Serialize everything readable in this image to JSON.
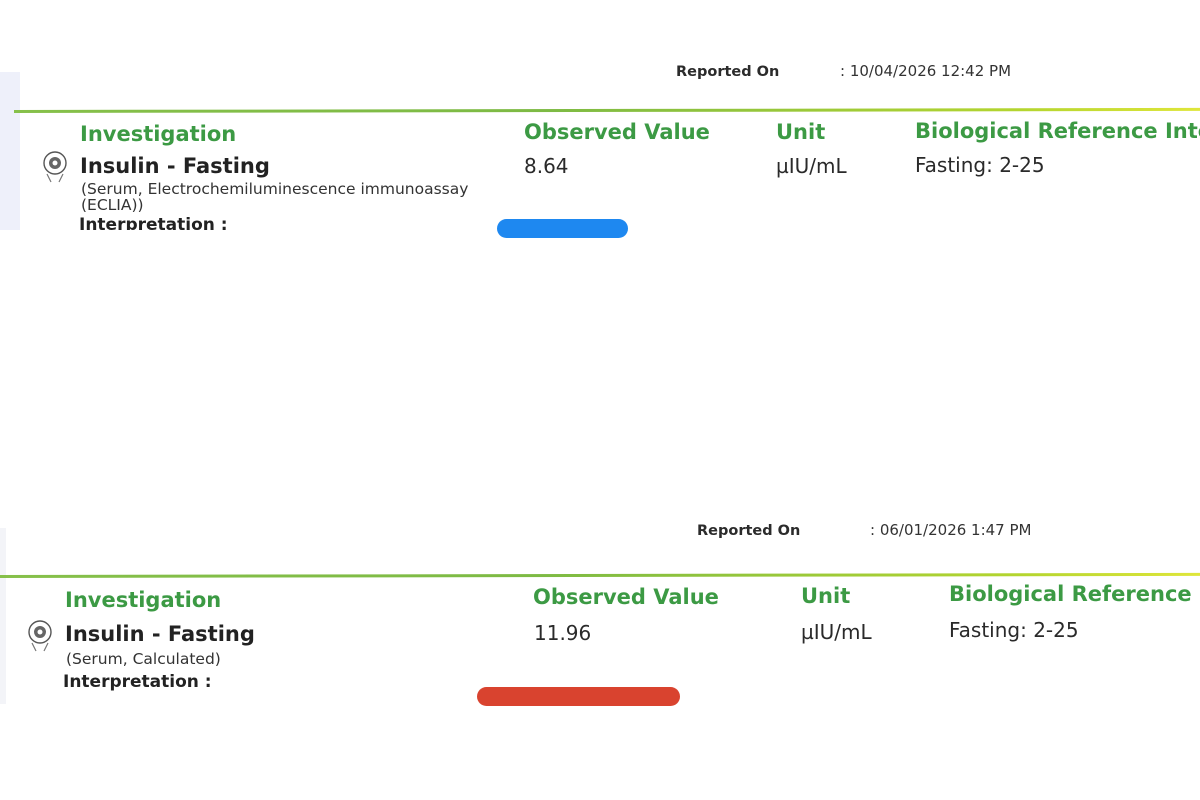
{
  "columns": {
    "investigation": "Investigation",
    "observed_value": "Observed Value",
    "unit": "Unit",
    "reference_top": "Biological Reference Interva",
    "reference_bottom": "Biological Reference In"
  },
  "reports": [
    {
      "reported_on_label": "Reported On",
      "reported_on_value": ": 10/04/2026 12:42 PM",
      "test_name": "Insulin - Fasting",
      "method": "(Serum, Electrochemiluminescence immunoassay (ECLIA))",
      "observed_value": "8.64",
      "unit": "µIU/mL",
      "reference": "Fasting: 2-25",
      "interpretation_label": "Interpretation :",
      "highlight_color": "#1e88f0"
    },
    {
      "reported_on_label": "Reported On",
      "reported_on_value": ": 06/01/2026 1:47 PM",
      "test_name": "Insulin - Fasting",
      "method": "(Serum, Calculated)",
      "observed_value": "11.96",
      "unit": "µIU/mL",
      "reference": "Fasting: 2-25",
      "interpretation_label": "Interpretation :",
      "highlight_color": "#d9432f"
    }
  ],
  "icons": {
    "lab_seal": "lab-seal-icon"
  },
  "colors": {
    "header_green": "#3c9a44",
    "rule_green": "#86c04a",
    "rule_yellow": "#dfe63a"
  }
}
